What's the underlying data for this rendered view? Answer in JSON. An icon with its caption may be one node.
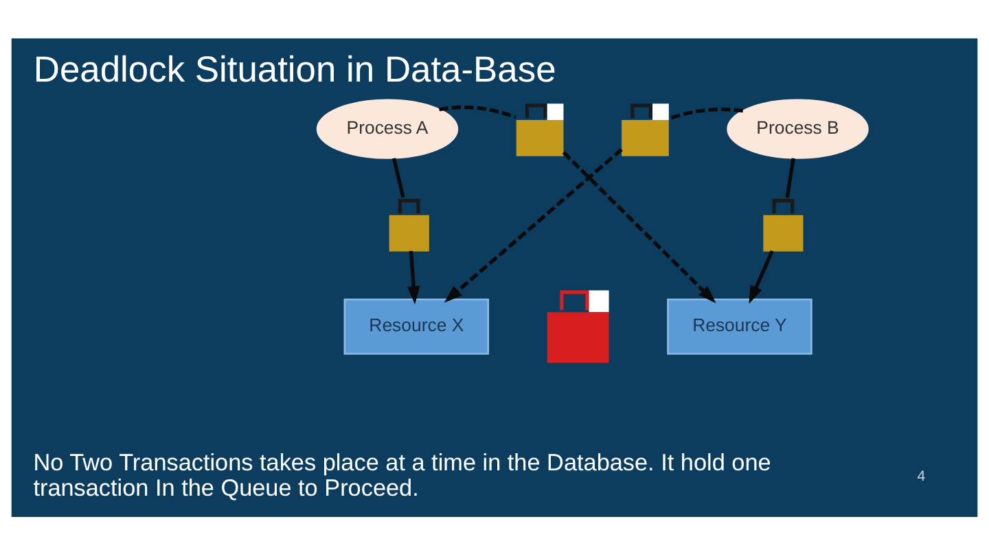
{
  "diagram": {
    "title": "Deadlock Situation in Data-Base",
    "nodes": [
      {
        "text": [
          "Process A"
        ]
      },
      {
        "text": [],
        "shape": "padlock"
      },
      {
        "text": [],
        "shape": "padlock"
      },
      {
        "text": [
          "Process B"
        ]
      },
      {
        "text": [],
        "shape": "padlock"
      },
      {
        "text": [],
        "shape": "padlock"
      },
      {
        "text": [
          "Resource X"
        ]
      },
      {
        "text": [],
        "shape": "padlock"
      },
      {
        "text": [
          "Resource Y"
        ]
      }
    ],
    "edges": [
      {
        "from": 0,
        "to": 4,
        "arrow": "none"
      },
      {
        "from": 4,
        "to": 6,
        "arrow": "to"
      },
      {
        "from": 3,
        "to": 5,
        "arrow": "none"
      },
      {
        "from": 5,
        "to": 8,
        "arrow": "to"
      },
      {
        "from": 0,
        "to": 1,
        "arrow": "none",
        "style": "dashed"
      },
      {
        "from": 1,
        "to": 8,
        "arrow": "to",
        "style": "dashed"
      },
      {
        "from": 3,
        "to": 2,
        "arrow": "none",
        "style": "dashed"
      },
      {
        "from": 2,
        "to": 6,
        "arrow": "to",
        "style": "dashed"
      }
    ],
    "labels": [
      "No Two Transactions takes place at a time in the Database. It hold one transaction In the Queue to Proceed.",
      "4"
    ]
  }
}
